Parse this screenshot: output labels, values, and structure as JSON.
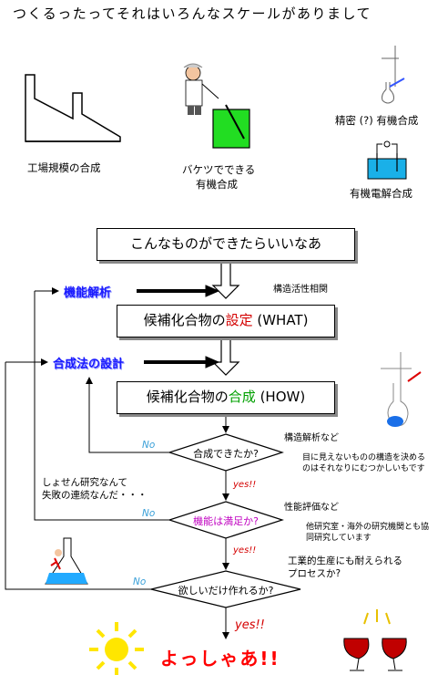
{
  "heading": "つくるったってそれはいろんなスケールがありまして",
  "scales": {
    "factory": "工場規模の合成",
    "bucket_line1": "バケツでできる",
    "bucket_line2": "有機合成",
    "precision": "精密 (?) 有機合成",
    "electro": "有機電解合成"
  },
  "flow": {
    "wish": "こんなものができたらいいなあ",
    "function_analysis": "機能解析",
    "sar": "構造活性相関",
    "design_prefix": "候補化合物の",
    "design_key": "設定",
    "design_suffix": " (WHAT)",
    "synthesis_design": "合成法の設計",
    "synth_prefix": "候補化合物の",
    "synth_key": "合成",
    "synth_suffix": " (HOW)",
    "q_synthesized": "合成できたか?",
    "structure_analysis": "構造解析など",
    "structure_note_1": "目に見えないものの構造を決める",
    "structure_note_2": "のはそれなりにむつかしいもです",
    "aside_1": "しょせん研究なんて",
    "aside_2": "失敗の連続なんだ・・・",
    "q_function": "機能は満足か?",
    "performance_eval": "性能評価など",
    "perf_note_1": "他研究室・海外の研究機関とも協",
    "perf_note_2": "同研究しています",
    "industrial_1": "工業的生産にも耐えられる",
    "industrial_2": "プロセスか?",
    "q_scale": "欲しいだけ作れるか?",
    "no": "No",
    "yes": "yes!!",
    "final": "よっしゃあ!!"
  },
  "colors": {
    "accent_red": "#d40000",
    "accent_green": "#00a000",
    "label_blue": "#1a1aff",
    "no_blue": "#3aa0d8",
    "question_purple": "#c000c0"
  }
}
